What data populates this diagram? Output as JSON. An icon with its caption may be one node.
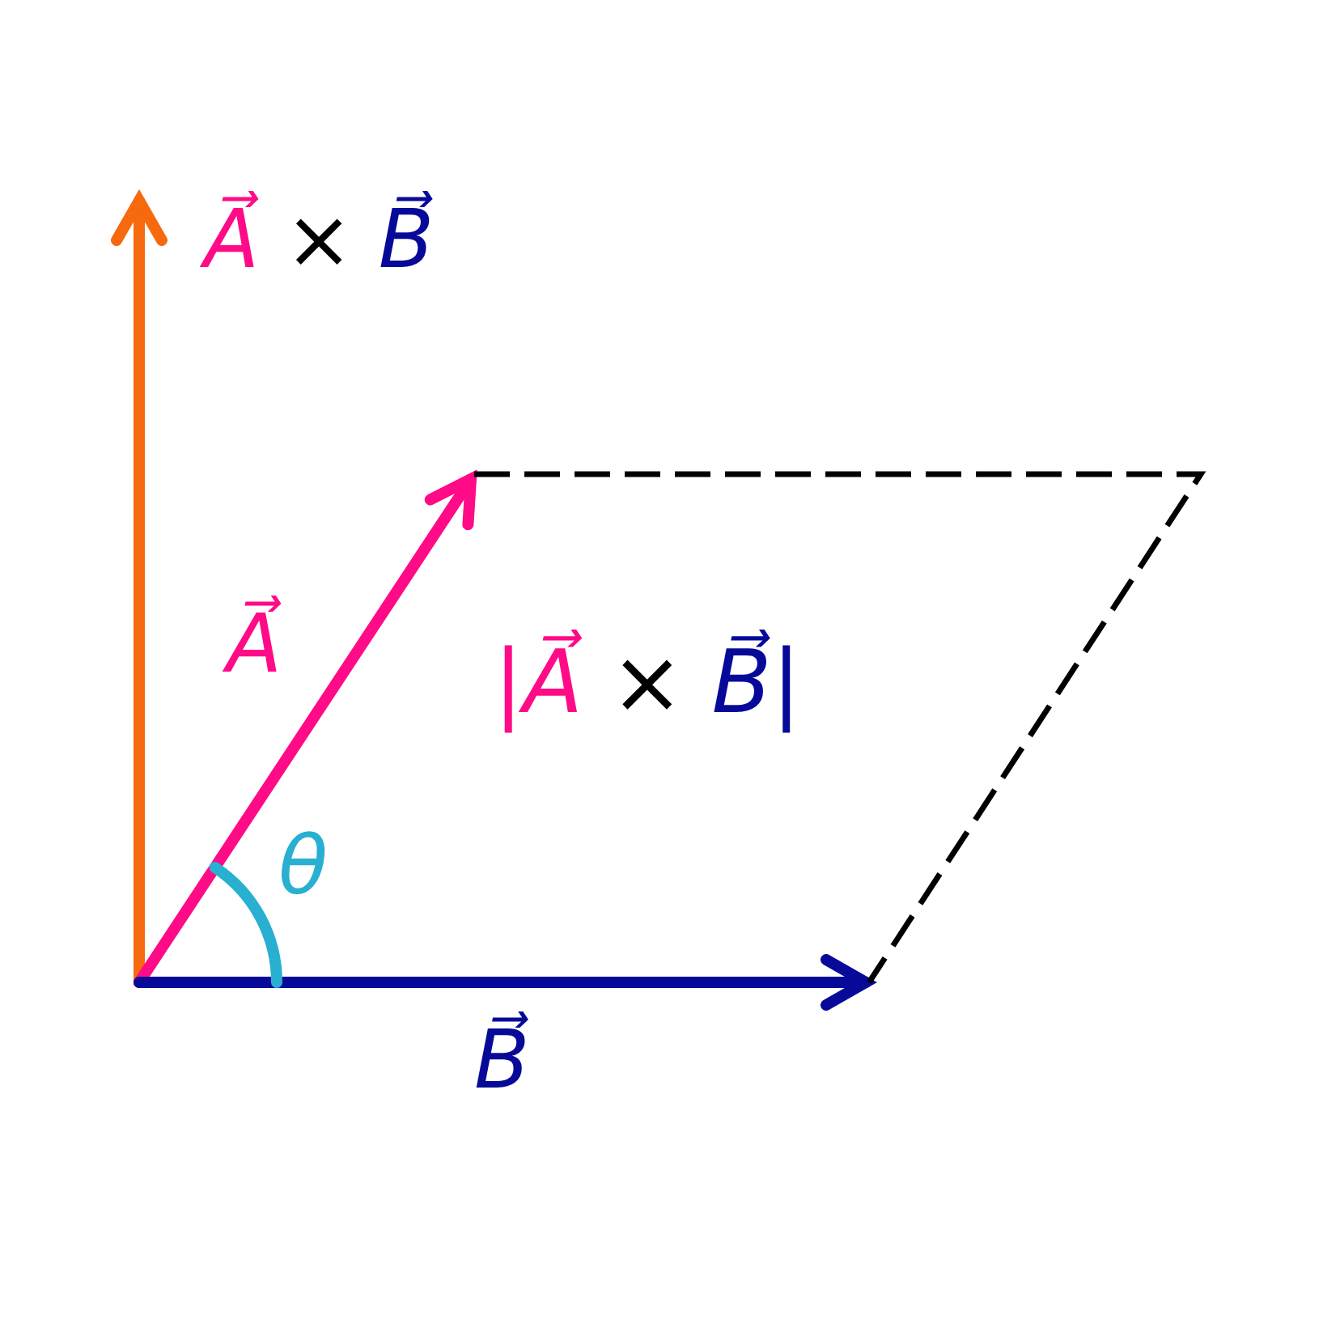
{
  "diagram": {
    "labels": [
      "A⃗ × B⃗",
      "A⃗",
      "|A⃗ × B⃗|",
      "θ",
      "B⃗"
    ]
  }
}
